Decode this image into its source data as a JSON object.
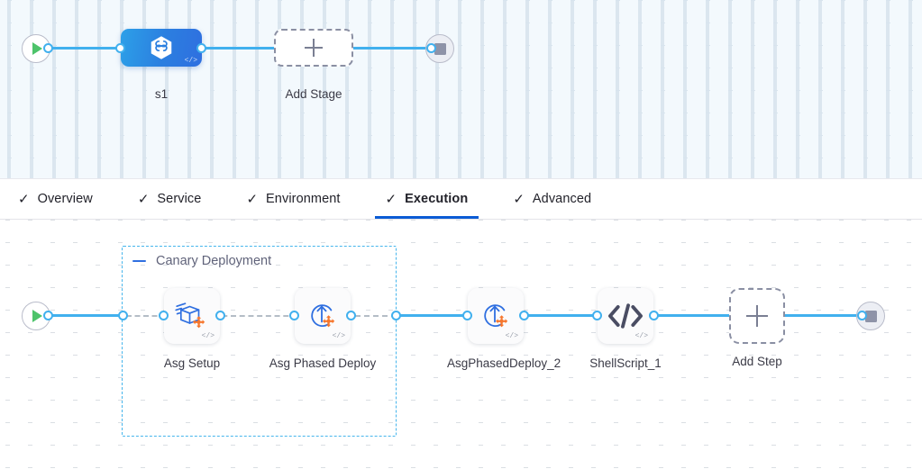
{
  "stage_canvas": {
    "start_node": {
      "name": "pipeline-start",
      "icon": "play-icon"
    },
    "end_node": {
      "name": "pipeline-end",
      "icon": "stop-icon"
    },
    "stage": {
      "label": "s1",
      "icon": "harness-hexagon-icon",
      "badge": "</>"
    },
    "add_stage": {
      "label": "Add Stage",
      "icon": "plus-icon"
    }
  },
  "tabs": {
    "tick_glyph": "✓",
    "items": [
      {
        "label": "Overview",
        "active": false
      },
      {
        "label": "Service",
        "active": false
      },
      {
        "label": "Environment",
        "active": false
      },
      {
        "label": "Execution",
        "active": true
      },
      {
        "label": "Advanced",
        "active": false
      }
    ],
    "active_underline_color": "#0b5cd5"
  },
  "steps_canvas": {
    "start_node": {
      "name": "execution-start",
      "icon": "play-icon"
    },
    "end_node": {
      "name": "execution-end",
      "icon": "stop-icon"
    },
    "group": {
      "title": "Canary Deployment",
      "collapse_icon": "minus-icon",
      "border_color": "#45b5ec"
    },
    "steps": [
      {
        "label": "Asg Setup",
        "icon": "cube-motion-icon",
        "badge": "</>"
      },
      {
        "label": "Asg Phased Deploy",
        "icon": "arrow-circle-icon",
        "badge": "</>"
      },
      {
        "label": "AsgPhasedDeploy_2",
        "icon": "arrow-circle-icon",
        "badge": "</>"
      },
      {
        "label": "ShellScript_1",
        "icon": "code-brackets-icon",
        "badge": "</>"
      }
    ],
    "add_step": {
      "label": "Add Step",
      "icon": "plus-icon"
    }
  },
  "colors": {
    "accent_blue": "#41b0ee",
    "stage_blue": "#2b7fe0",
    "group_blue": "#45b5ec",
    "orange": "#f6762c",
    "play_green": "#4dc36a",
    "stop_gray": "#8e93a8"
  }
}
